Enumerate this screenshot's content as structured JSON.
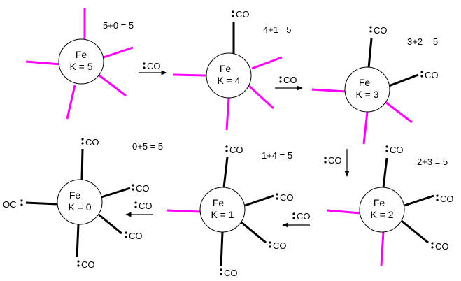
{
  "diagram": {
    "colors": {
      "ligand_bond": "#000000",
      "vacant_site": "#ff00ff",
      "node_fill": "#ffffff",
      "text": "#000000"
    },
    "co_label": "CO",
    "oc_label": "OC",
    "nodes": [
      {
        "element": "Fe",
        "k_label": "K = 5",
        "equation": "5+0 = 5"
      },
      {
        "element": "Fe",
        "k_label": "K = 4",
        "equation": "4+1 =5"
      },
      {
        "element": "Fe",
        "k_label": "K = 3",
        "equation": "3+2 = 5"
      },
      {
        "element": "Fe",
        "k_label": "K = 2",
        "equation": "2+3 = 5"
      },
      {
        "element": "Fe",
        "k_label": "K = 1",
        "equation": "1+4 = 5"
      },
      {
        "element": "Fe",
        "k_label": "K = 0",
        "equation": "0+5 = 5"
      }
    ],
    "steps": [
      {
        "reagent": "CO"
      },
      {
        "reagent": "CO"
      },
      {
        "reagent": "CO"
      },
      {
        "reagent": "CO"
      },
      {
        "reagent": "CO"
      }
    ]
  }
}
